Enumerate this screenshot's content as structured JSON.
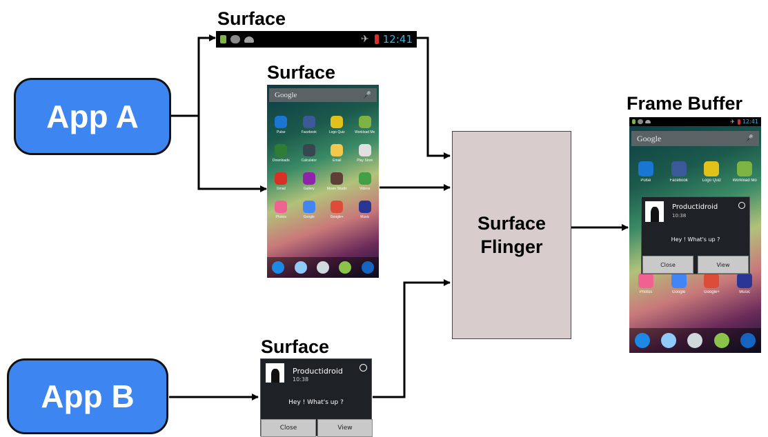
{
  "apps": {
    "app_a": "App A",
    "app_b": "App B"
  },
  "labels": {
    "surface_status": "Surface",
    "surface_home": "Surface",
    "surface_notif": "Surface",
    "frame_buffer": "Frame Buffer",
    "flinger_line1": "Surface",
    "flinger_line2": "Flinger"
  },
  "status_bar": {
    "time": "12:41"
  },
  "home_screen": {
    "search_text": "Google",
    "apps": [
      {
        "label": "Pulse",
        "icon": "pulse-icon",
        "color": "#1976d2"
      },
      {
        "label": "Facebook",
        "icon": "facebook-icon",
        "color": "#3b5998"
      },
      {
        "label": "Logo Quiz",
        "icon": "logo-quiz-icon",
        "color": "#e0c21a"
      },
      {
        "label": "Workload Mo",
        "icon": "workload-icon",
        "color": "#7cb342"
      },
      {
        "label": "Downloads",
        "icon": "downloads-icon",
        "color": "#2e7d32"
      },
      {
        "label": "Calculator",
        "icon": "calculator-icon",
        "color": "#37474f"
      },
      {
        "label": "Email",
        "icon": "email-icon",
        "color": "#f2c94c"
      },
      {
        "label": "Play Store",
        "icon": "play-store-icon",
        "color": "#e0e0e0"
      },
      {
        "label": "Gmail",
        "icon": "gmail-icon",
        "color": "#d93025"
      },
      {
        "label": "Gallery",
        "icon": "gallery-icon",
        "color": "#8e24aa"
      },
      {
        "label": "Movie Studio",
        "icon": "movie-studio-icon",
        "color": "#5d4037"
      },
      {
        "label": "Videos",
        "icon": "videos-icon",
        "color": "#43a047"
      },
      {
        "label": "Photos",
        "icon": "photos-icon",
        "color": "#f06292"
      },
      {
        "label": "Google",
        "icon": "google-icon",
        "color": "#4285f4"
      },
      {
        "label": "Google+",
        "icon": "google-plus-icon",
        "color": "#dd4b39"
      },
      {
        "label": "Music",
        "icon": "music-icon",
        "color": "#283593"
      }
    ],
    "dock": [
      {
        "icon": "phone-icon",
        "color": "#1e88e5"
      },
      {
        "icon": "contacts-icon",
        "color": "#90caf9"
      },
      {
        "icon": "app-drawer-icon",
        "color": "#cfd8dc"
      },
      {
        "icon": "messaging-icon",
        "color": "#8bc34a"
      },
      {
        "icon": "browser-icon",
        "color": "#1565c0"
      }
    ]
  },
  "notification": {
    "title": "Productidroid",
    "time": "10:38",
    "message": "Hey ! What's up ?",
    "close_label": "Close",
    "view_label": "View"
  },
  "frame_buffer": {
    "visible_app_rows": [
      [
        {
          "label": "Pulse",
          "color": "#1976d2"
        },
        {
          "label": "Facebook",
          "color": "#3b5998"
        },
        {
          "label": "Logo Quiz",
          "color": "#e0c21a"
        },
        {
          "label": "Workload Mo",
          "color": "#7cb342"
        }
      ],
      [
        {
          "label": "Photos",
          "color": "#f06292"
        },
        {
          "label": "Google",
          "color": "#4285f4"
        },
        {
          "label": "Google+",
          "color": "#dd4b39"
        },
        {
          "label": "Music",
          "color": "#283593"
        }
      ]
    ]
  }
}
